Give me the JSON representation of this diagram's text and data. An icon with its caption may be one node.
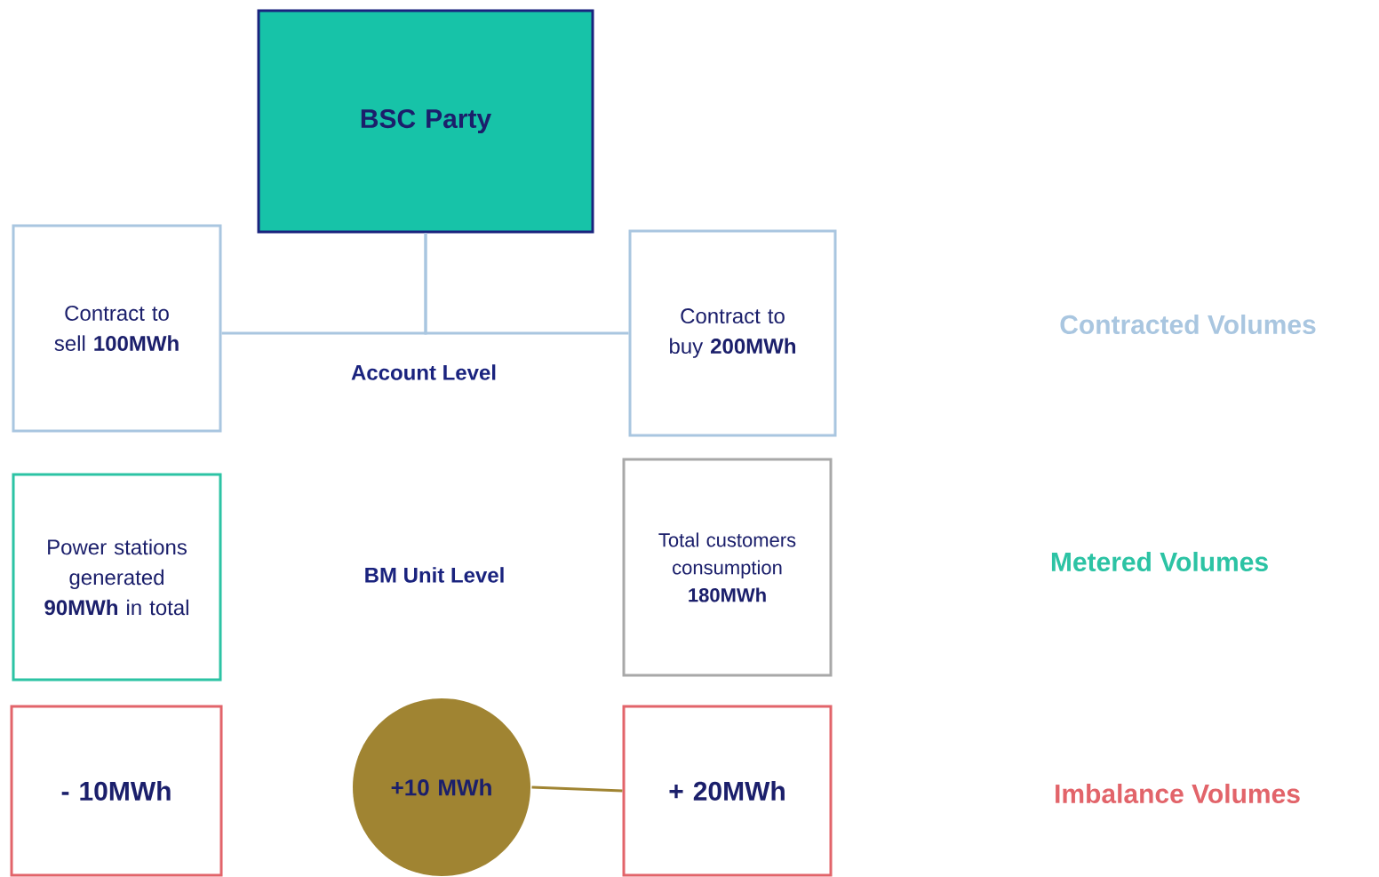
{
  "diagram": {
    "nodes": [
      {
        "text": [
          "BSC Party"
        ]
      },
      {
        "text": [
          "Contract to sell **100MWh**"
        ]
      },
      {
        "text": [
          "Contract to buy **200MWh**"
        ]
      },
      {
        "text": [
          "Power stations generated **90MWh** in total"
        ]
      },
      {
        "text": [
          "Total customers consumption **180MWh**"
        ]
      },
      {
        "text": [
          "- 10MWh"
        ]
      },
      {
        "text": [
          "+10 MWh"
        ]
      },
      {
        "text": [
          "+ 20MWh"
        ]
      }
    ],
    "edges": [
      {
        "from": 0,
        "to": 1,
        "arrow": "none"
      },
      {
        "from": 0,
        "to": 2,
        "arrow": "none"
      },
      {
        "from": 6,
        "to": 7,
        "arrow": "none",
        "color": "#a08432"
      }
    ],
    "labels": [
      "Contracted Volumes",
      "Account Level",
      "BM Unit Level",
      "Metered Volumes",
      "Imbalance Volumes"
    ]
  }
}
